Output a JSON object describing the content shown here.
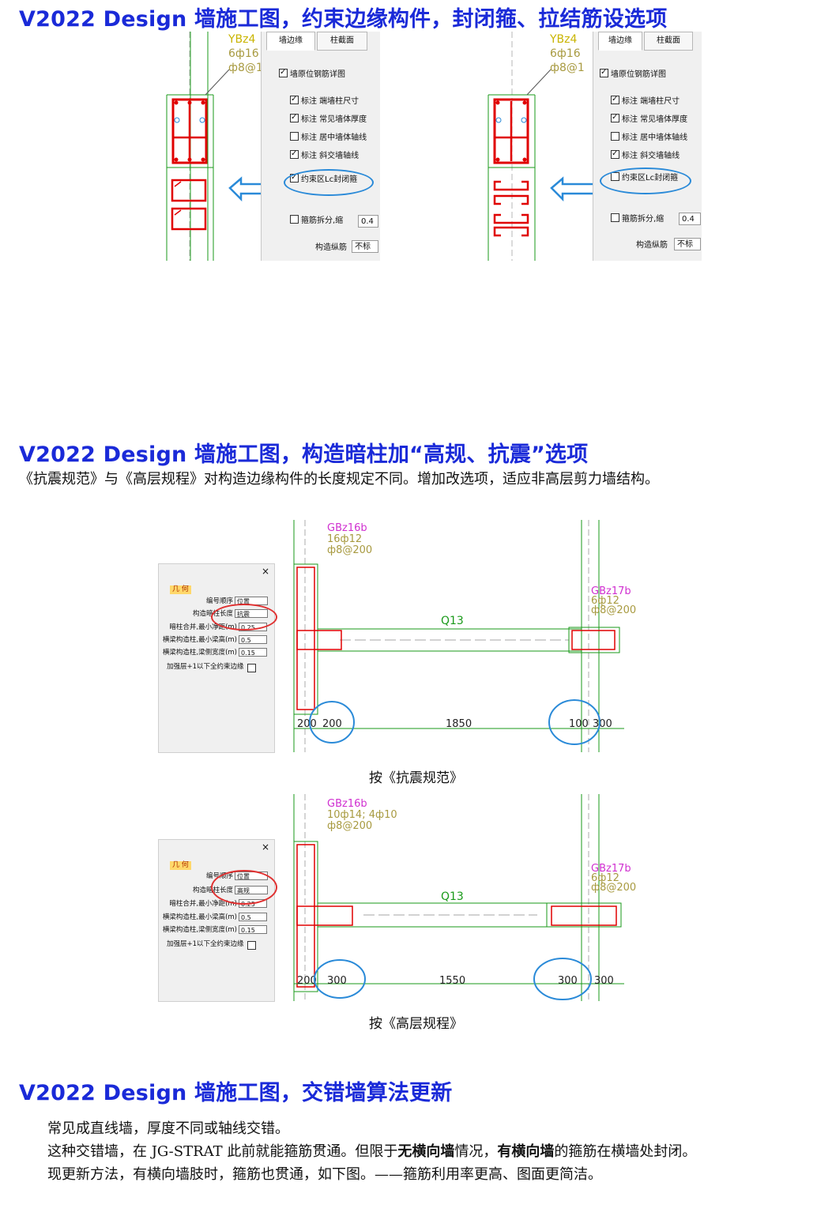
{
  "section1": {
    "title": "V2022 Design 墙施工图，约束边缘构件，封闭箍、拉结筋设选项",
    "left": {
      "cad_label": [
        "YBz4",
        "6ф16",
        "ф8@1"
      ],
      "tabs": [
        "墙边缘",
        "柱截面"
      ],
      "header_check": "墙原位钢筋详图",
      "checks": [
        {
          "label": "标注 端墙柱尺寸",
          "checked": true
        },
        {
          "label": "标注 常见墙体厚度",
          "checked": true
        },
        {
          "label": "标注 居中墙体轴线",
          "checked": false
        },
        {
          "label": "标注 斜交墙轴线",
          "checked": true
        },
        {
          "label": "约束区Lc封闭箍",
          "checked": true
        }
      ],
      "split_label": "箍筋拆分,缩",
      "split_value": "0.4",
      "long_label": "构造纵筋",
      "long_value": "不标"
    },
    "right": {
      "cad_label": [
        "YBz4",
        "6ф16",
        "ф8@1"
      ],
      "tabs": [
        "墙边缘",
        "柱截面"
      ],
      "header_check": "墙原位钢筋详图",
      "checks": [
        {
          "label": "标注 端墙柱尺寸",
          "checked": true
        },
        {
          "label": "标注 常见墙体厚度",
          "checked": true
        },
        {
          "label": "标注 居中墙体轴线",
          "checked": false
        },
        {
          "label": "标注 斜交墙轴线",
          "checked": true
        },
        {
          "label": "约束区Lc封闭箍",
          "checked": false
        }
      ],
      "split_label": "箍筋拆分,缩",
      "split_value": "0.4",
      "long_label": "构造纵筋",
      "long_value": "不标"
    }
  },
  "section2": {
    "title": "V2022 Design 墙施工图，构造暗柱加“高规、抗震”选项",
    "paragraph": "《抗震规范》与《高层规程》对构造边缘构件的长度规定不同。增加改选项，适应非高层剪力墙结构。",
    "fig1": {
      "caption": "按《抗震规范》",
      "panel": {
        "close": "×",
        "section": "几 何",
        "rows": [
          {
            "label": "编号顺序",
            "value": "位置"
          },
          {
            "label": "构造暗柱长度",
            "value": "抗震"
          },
          {
            "label": "暗柱合并,最小净距(m)",
            "value": "0.25"
          },
          {
            "label": "横梁构造柱,最小梁高(m)",
            "value": "0.5"
          },
          {
            "label": "横梁构造柱,梁侧宽度(m)",
            "value": "0.15"
          }
        ],
        "check_label": "加强层+1以下全约束边缘"
      },
      "wall_label": "Q13",
      "col_left": [
        "GBz16b",
        "16ф12",
        "ф8@200"
      ],
      "col_right": [
        "GBz17b",
        "6ф12",
        "ф8@200"
      ],
      "dims": [
        "200",
        "200",
        "1850",
        "100",
        "300"
      ]
    },
    "fig2": {
      "caption": "按《高层规程》",
      "panel": {
        "close": "×",
        "section": "几 何",
        "rows": [
          {
            "label": "编号顺序",
            "value": "位置"
          },
          {
            "label": "构造暗柱长度",
            "value": "高规"
          },
          {
            "label": "暗柱合并,最小净距(m)",
            "value": "0.25"
          },
          {
            "label": "横梁构造柱,最小梁高(m)",
            "value": "0.5"
          },
          {
            "label": "横梁构造柱,梁侧宽度(m)",
            "value": "0.15"
          }
        ],
        "check_label": "加强层+1以下全约束边缘"
      },
      "wall_label": "Q13",
      "col_left": [
        "GBz16b",
        "10ф14; 4ф10",
        "ф8@200"
      ],
      "col_right": [
        "GBz17b",
        "6ф12",
        "ф8@200"
      ],
      "dims": [
        "200",
        "300",
        "1550",
        "300",
        "300"
      ]
    }
  },
  "section3": {
    "title": "V2022 Design 墙施工图，交错墙算法更新",
    "p1": "常见成直线墙，厚度不同或轴线交错。",
    "p2_a": "这种交错墙，在 JG-STRAT 此前就能箍筋贯通。但限于",
    "p2_b": "无横向墙",
    "p2_c": "情况，",
    "p2_d": "有横向墙",
    "p2_e": "的箍筋在横墙处封闭。",
    "p3": "现更新方法，有横向墙肢时，箍筋也贯通，如下图。——箍筋利用率更高、图面更简洁。"
  },
  "colors": {
    "heading": "#1a2ad8",
    "cad_red": "#e00000",
    "cad_green": "#1a9a1a",
    "highlight": "#2a8ad8",
    "mark_red": "#e03030"
  }
}
